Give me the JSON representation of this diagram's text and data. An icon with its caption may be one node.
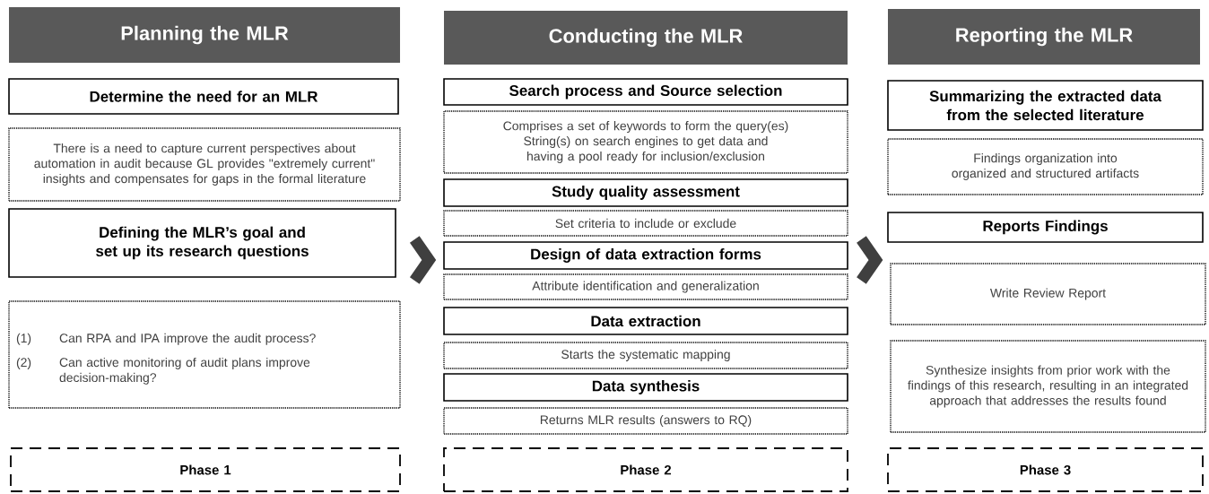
{
  "diagram": {
    "nodes": [
      {
        "text": [
          "Planning the MLR"
        ]
      },
      {
        "text": [
          "Determine the need for an MLR"
        ]
      },
      {
        "text": [
          "There is a need to capture current perspectives about automation in audit because GL provides \"extremely current\" insights and compensates for gaps in the formal literature"
        ]
      },
      {
        "text": [
          "Defining the MLR’s goal and set up its research questions"
        ]
      },
      {
        "text": [
          "(1)",
          "Can RPA and IPA improve the audit process?",
          "(2)",
          "Can active monitoring of audit plans improve decision-making?"
        ]
      },
      {
        "text": [
          "Phase 1"
        ]
      },
      {
        "text": [
          "Conducting the MLR"
        ]
      },
      {
        "text": [
          "Search process and Source selection"
        ]
      },
      {
        "text": [
          "Comprises a set of keywords to form the query(es) String(s) on search engines to get data and having a pool ready for inclusion/exclusion"
        ]
      },
      {
        "text": [
          "Study quality assessment"
        ]
      },
      {
        "text": [
          "Set criteria to include or exclude"
        ]
      },
      {
        "text": [
          "Design of data extraction forms"
        ]
      },
      {
        "text": [
          "Attribute identification and generalization"
        ]
      },
      {
        "text": [
          "Data extraction"
        ]
      },
      {
        "text": [
          "Starts the systematic mapping"
        ]
      },
      {
        "text": [
          "Data synthesis"
        ]
      },
      {
        "text": [
          "Returns MLR results (answers to RQ)"
        ]
      },
      {
        "text": [
          "Phase 2"
        ]
      },
      {
        "text": [
          "Reporting the MLR"
        ]
      },
      {
        "text": [
          "Summarizing the extracted data from the selected literature"
        ]
      },
      {
        "text": [
          "Findings organization into organized and structured artifacts"
        ]
      },
      {
        "text": [
          "Reports Findings"
        ]
      },
      {
        "text": [
          "Write Review Report"
        ]
      },
      {
        "text": [
          "Synthesize insights  from prior work with the findings of this research, resulting in an integrated approach that addresses the results found"
        ]
      },
      {
        "text": [
          "Phase 3"
        ]
      }
    ],
    "edges": [
      {
        "from": 3,
        "to": 11,
        "arrow": "to"
      },
      {
        "from": 11,
        "to": 22,
        "arrow": "to"
      }
    ]
  }
}
